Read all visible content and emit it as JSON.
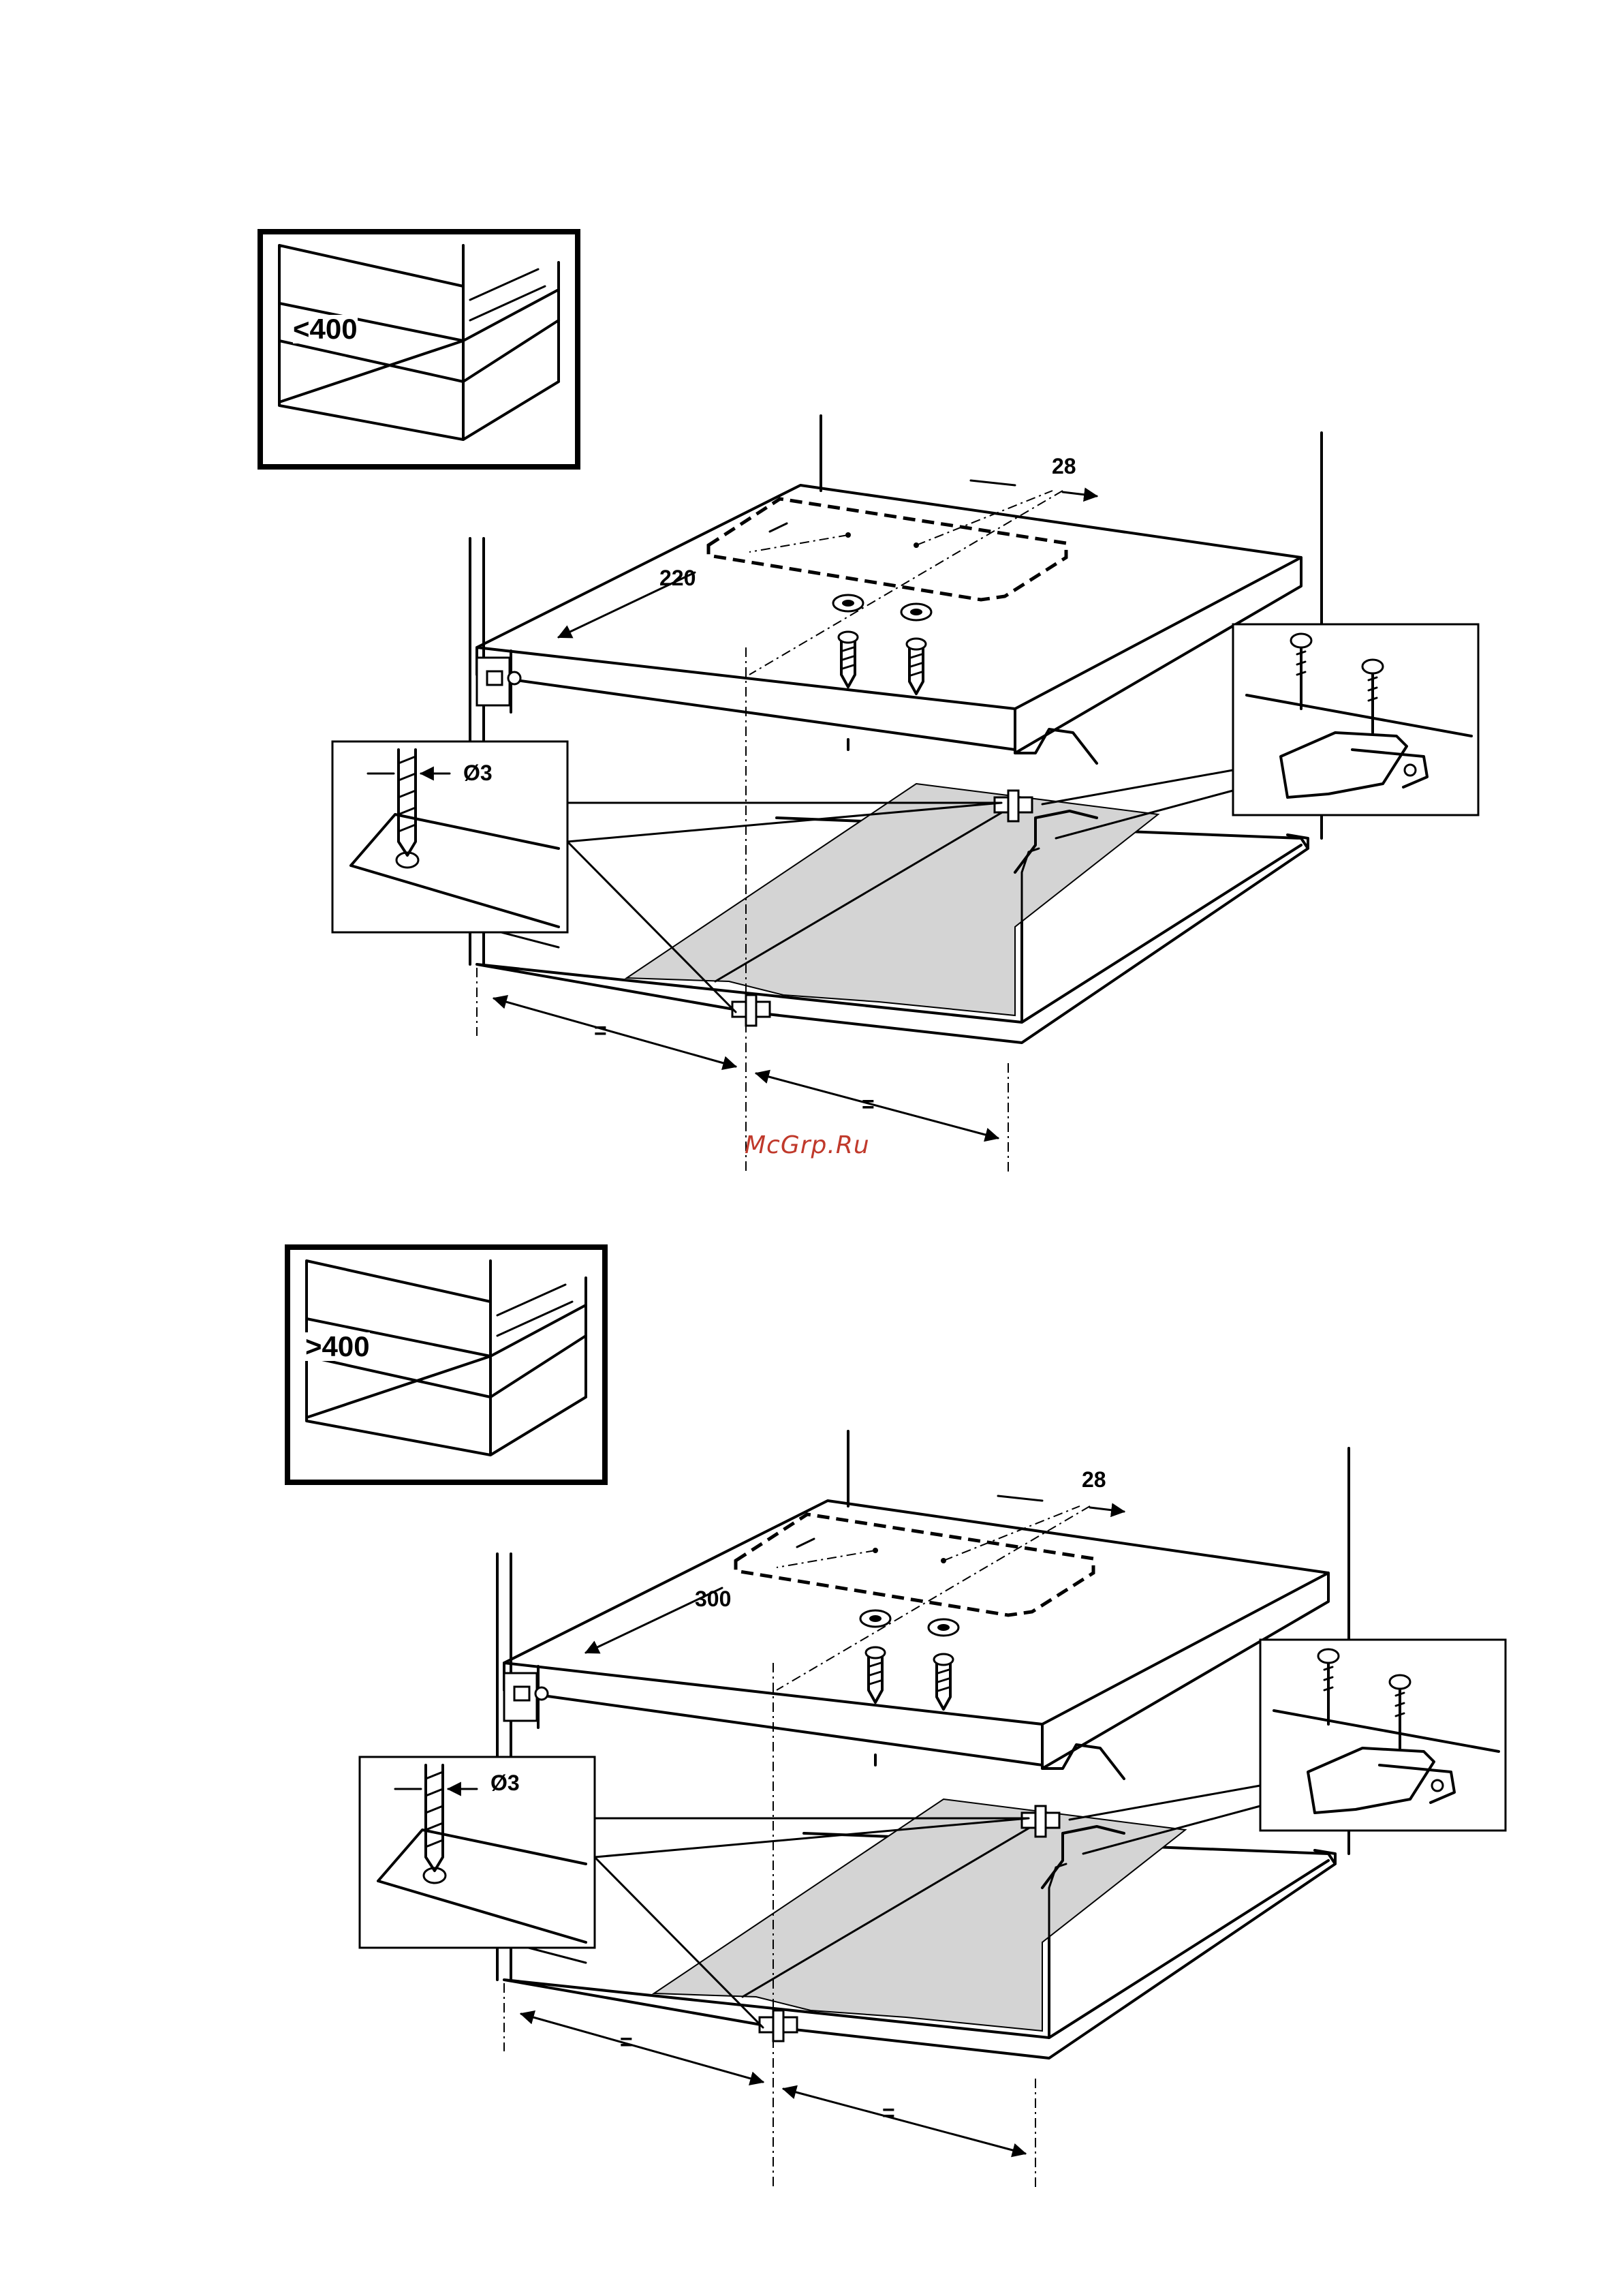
{
  "diagrams": [
    {
      "inset_label": "<400",
      "depth_label": "220",
      "spacing_label": "28",
      "drill_label": "Ø3",
      "equal_left": "=",
      "equal_right": "="
    },
    {
      "inset_label": ">400",
      "depth_label": "300",
      "spacing_label": "28",
      "drill_label": "Ø3",
      "equal_left": "=",
      "equal_right": "="
    }
  ],
  "watermark": "McGrp.Ru"
}
